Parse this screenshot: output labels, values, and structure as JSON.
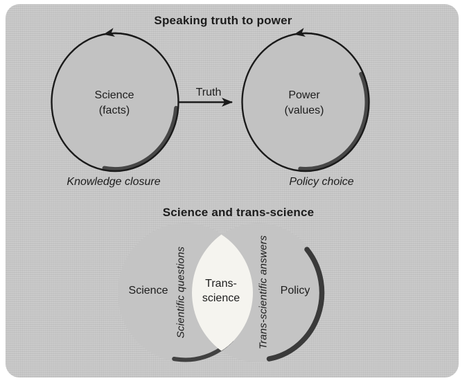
{
  "colors": {
    "page_bg": "#ffffff",
    "panel_bg": "#c9c9c9",
    "top_circle_fill": "#c2c2c2",
    "venn_circle_fill": "#c4c4c4",
    "lens_fill": "#f5f4ef",
    "line": "#1a1a1a",
    "shadow": "#3a3a3a",
    "text": "#1c1c1c"
  },
  "top_diagram": {
    "title": "Speaking truth to power",
    "science_circle": {
      "line1": "Science",
      "line2": "(facts)",
      "caption": "Knowledge closure"
    },
    "power_circle": {
      "line1": "Power",
      "line2": "(values)",
      "caption": "Policy choice"
    },
    "arrow_label": "Truth"
  },
  "venn_diagram": {
    "title": "Science and trans-science",
    "science_label": "Science",
    "science_edge_label": "Scientific questions",
    "intersection": {
      "line1": "Trans-",
      "line2": "science"
    },
    "policy_edge_label": "Trans-scientific answers",
    "policy_label": "Policy"
  }
}
